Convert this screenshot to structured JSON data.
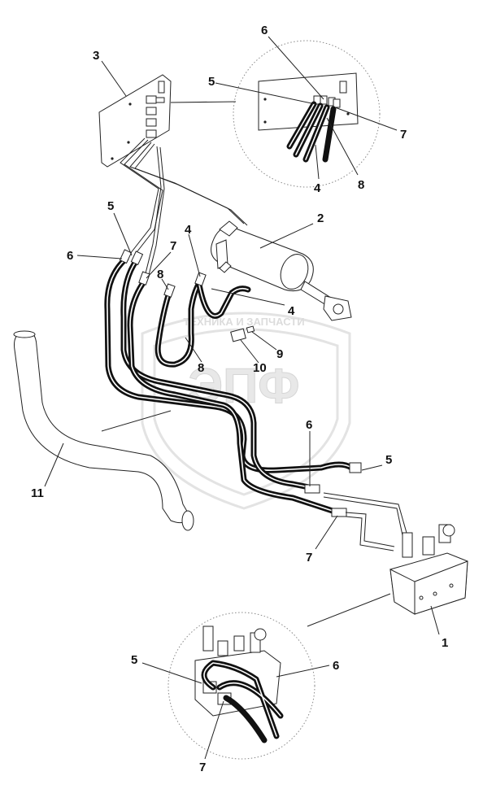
{
  "watermark": {
    "line1": "ТЕХНИКА И ЗАПЧАСТИ",
    "line2": "ЭПФ"
  },
  "callouts": {
    "c1": "1",
    "c2": "2",
    "c3": "3",
    "c4a": "4",
    "c4b": "4",
    "c4c": "4",
    "c5a": "5",
    "c5b": "5",
    "c5c": "5",
    "c5d": "5",
    "c6a": "6",
    "c6b": "6",
    "c6c": "6",
    "c6d": "6",
    "c7a": "7",
    "c7b": "7",
    "c7c": "7",
    "c7d": "7",
    "c8a": "8",
    "c8b": "8",
    "c8c": "8",
    "c9": "9",
    "c10": "10",
    "c11": "11"
  }
}
